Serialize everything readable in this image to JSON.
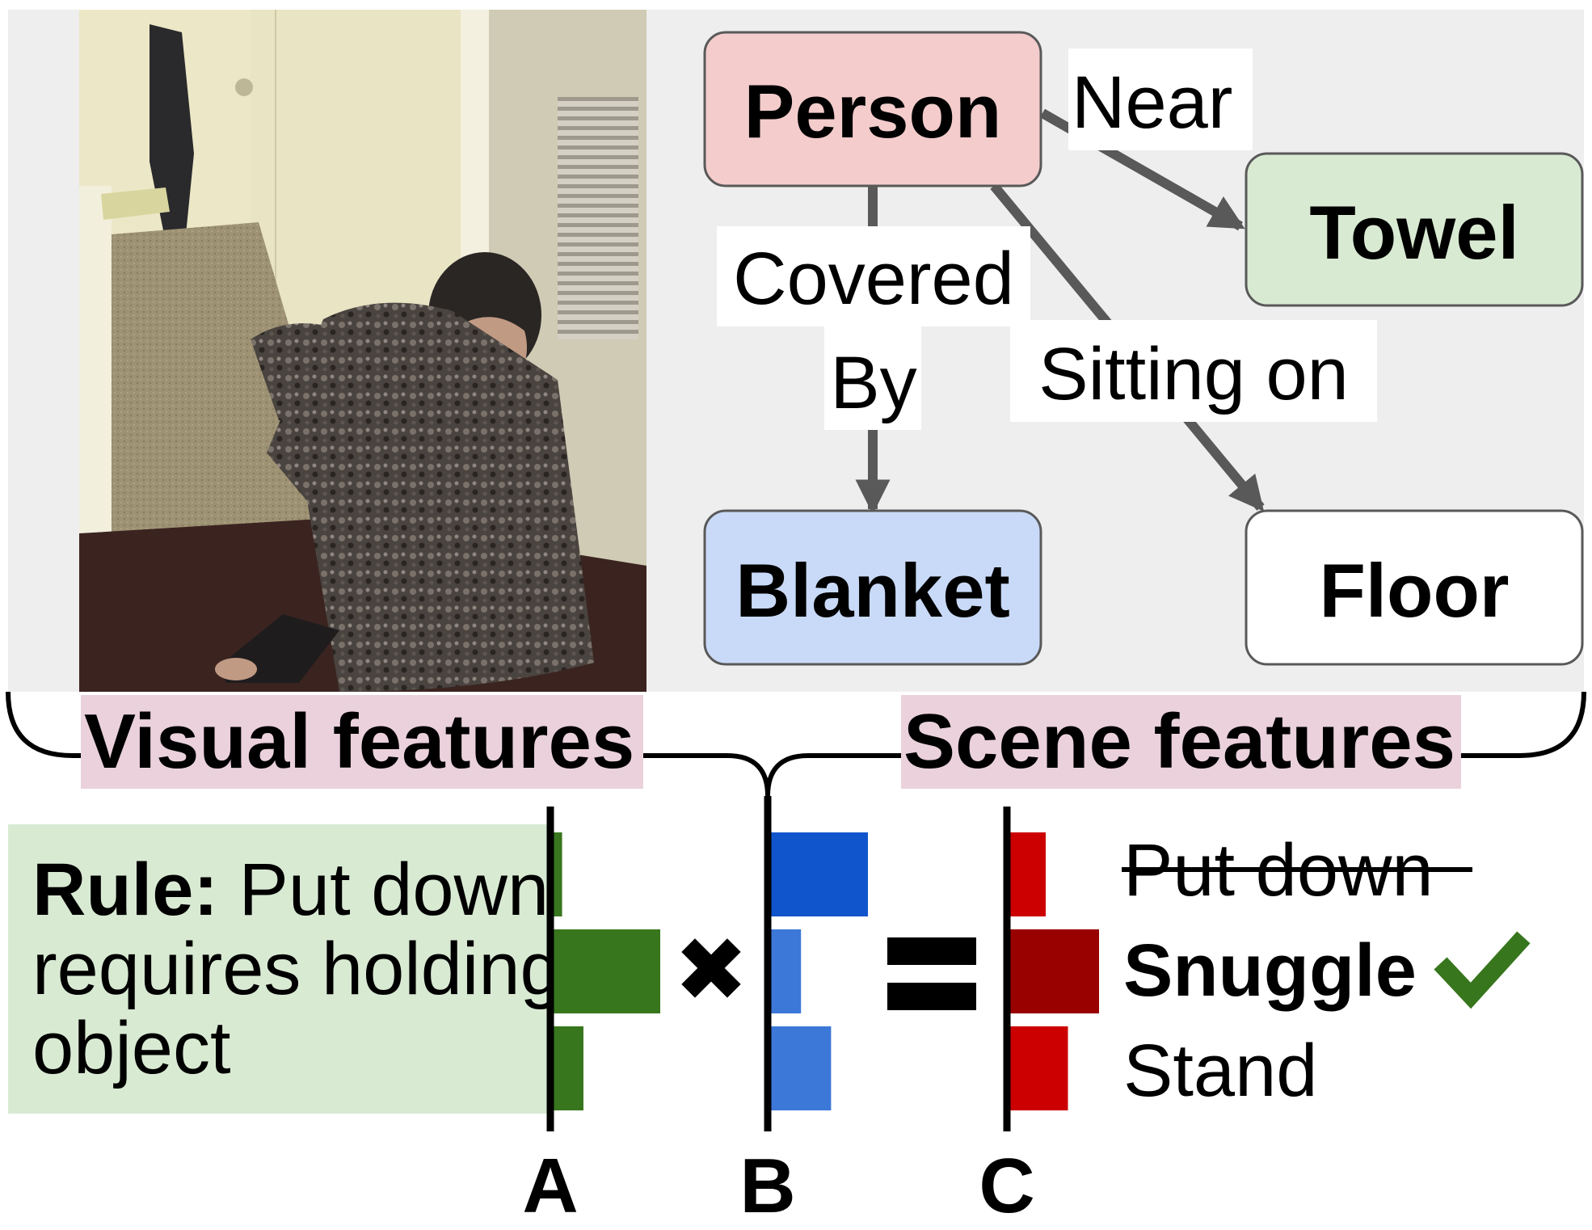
{
  "graph": {
    "nodes": {
      "person": {
        "label": "Person",
        "fill": "#f4cccc"
      },
      "towel": {
        "label": "Towel",
        "fill": "#d9ead3"
      },
      "blanket": {
        "label": "Blanket",
        "fill": "#c9daf8"
      },
      "floor": {
        "label": "Floor",
        "fill": "#ffffff"
      }
    },
    "edges": {
      "near": "Near",
      "covered_by": [
        "Covered",
        "By"
      ],
      "sitting_on": "Sitting on"
    }
  },
  "features": {
    "visual": "Visual features",
    "scene": "Scene features",
    "label_bg": "#ead1dc"
  },
  "rule": {
    "bold": "Rule:",
    "lines": [
      " Put down",
      "requires holding",
      "object"
    ],
    "bg": "#d9ead3"
  },
  "operators": {
    "times": "✖",
    "equals": "="
  },
  "chart_data": {
    "type": "bar",
    "categories": [
      "Put down",
      "Snuggle",
      "Stand"
    ],
    "series": [
      {
        "name": "A",
        "values": [
          0.08,
          1.0,
          0.28
        ],
        "color": "#38761d"
      },
      {
        "name": "B",
        "values": [
          1.0,
          0.31,
          0.62
        ],
        "color_top": "#1155cc",
        "color": "#3c78d8"
      },
      {
        "name": "C",
        "values": [
          0.4,
          1.0,
          0.65
        ],
        "color": "#cc0000",
        "color_max": "#990000"
      }
    ]
  },
  "actions": {
    "items": [
      "Put down",
      "Snuggle",
      "Stand"
    ],
    "struck": 0,
    "selected": 1,
    "check_color": "#38761d"
  },
  "photo": {
    "icon": "photo-person-on-floor-with-blanket"
  }
}
